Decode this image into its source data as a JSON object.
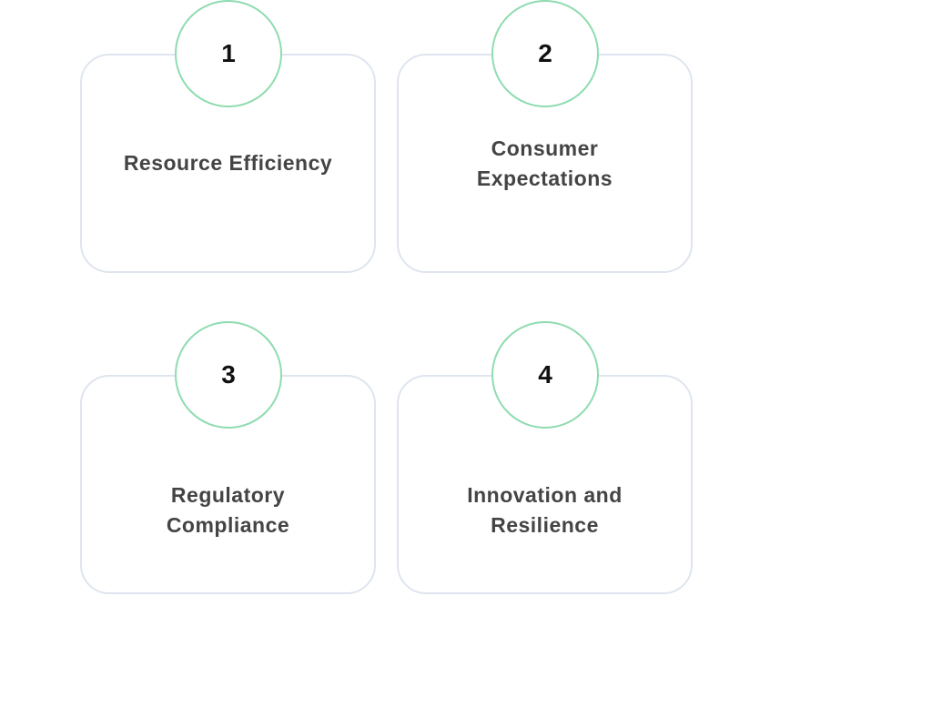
{
  "items": [
    {
      "number": "1",
      "label": "Resource Efficiency"
    },
    {
      "number": "2",
      "label": "Consumer Expectations"
    },
    {
      "number": "3",
      "label": "Regulatory Compliance"
    },
    {
      "number": "4",
      "label": "Innovation and Resilience"
    }
  ],
  "colors": {
    "circle_border": "#8fdcb0",
    "card_border": "#dfe5ee",
    "text": "#444444"
  }
}
